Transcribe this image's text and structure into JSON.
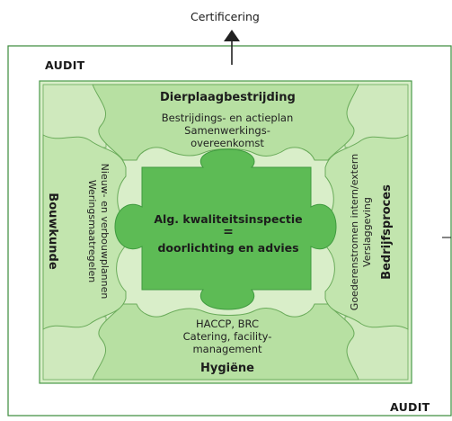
{
  "certification_label": "Certificering",
  "audit_top": "AUDIT",
  "audit_bottom": "AUDIT",
  "center": {
    "line1": "Alg. kwaliteitsinspectie",
    "equals": "=",
    "line2": "doorlichting en advies"
  },
  "top_piece": {
    "title": "Dierplaagbestrijding",
    "lines": [
      "Bestrijdings- en actieplan",
      "Samenwerkings-",
      "overeenkomst"
    ]
  },
  "bottom_piece": {
    "title": "Hygiëne",
    "lines": [
      "HACCP, BRC",
      "Catering, facility-",
      "management"
    ]
  },
  "left_piece": {
    "title": "Bouwkunde",
    "lines": [
      "Nieuw- en verbouwplannen",
      "Weringsmaatregelen"
    ]
  },
  "right_piece": {
    "title": "Bedrijfsproces",
    "lines": [
      "Goederenstromen intern/extern",
      "Verslaggeving"
    ]
  },
  "colors": {
    "outer_panel": "#d9eec9",
    "piece_light": "#b7e0a2",
    "piece_center": "#5dbb55",
    "border": "#3a8a3a"
  }
}
